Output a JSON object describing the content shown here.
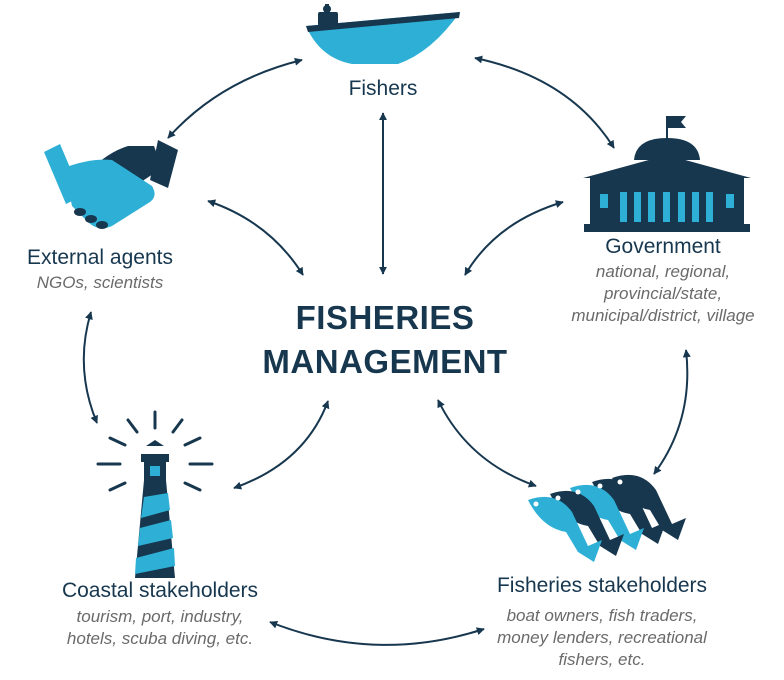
{
  "center": {
    "line1": "FISHERIES",
    "line2": "MANAGEMENT"
  },
  "nodes": {
    "fishers": {
      "title": "Fishers",
      "icon": "boat-icon"
    },
    "government": {
      "title": "Government",
      "sub1": "national, regional,",
      "sub2": "provincial/state,",
      "sub3": "municipal/district, village",
      "icon": "government-building-icon"
    },
    "external": {
      "title": "External agents",
      "sub1": "NGOs, scientists",
      "icon": "handshake-icon"
    },
    "coastal": {
      "title": "Coastal stakeholders",
      "sub1": "tourism, port, industry,",
      "sub2": "hotels, scuba diving, etc.",
      "icon": "lighthouse-icon"
    },
    "fisheries": {
      "title": "Fisheries stakeholders",
      "sub1": "boat owners, fish traders,",
      "sub2": "money lenders, recreational",
      "sub3": "fishers, etc.",
      "icon": "fish-icon"
    }
  },
  "colors": {
    "dark": "#17374f",
    "light": "#2eb0d6",
    "text_dark": "#17374f",
    "text_gray": "#6a6a6a"
  }
}
